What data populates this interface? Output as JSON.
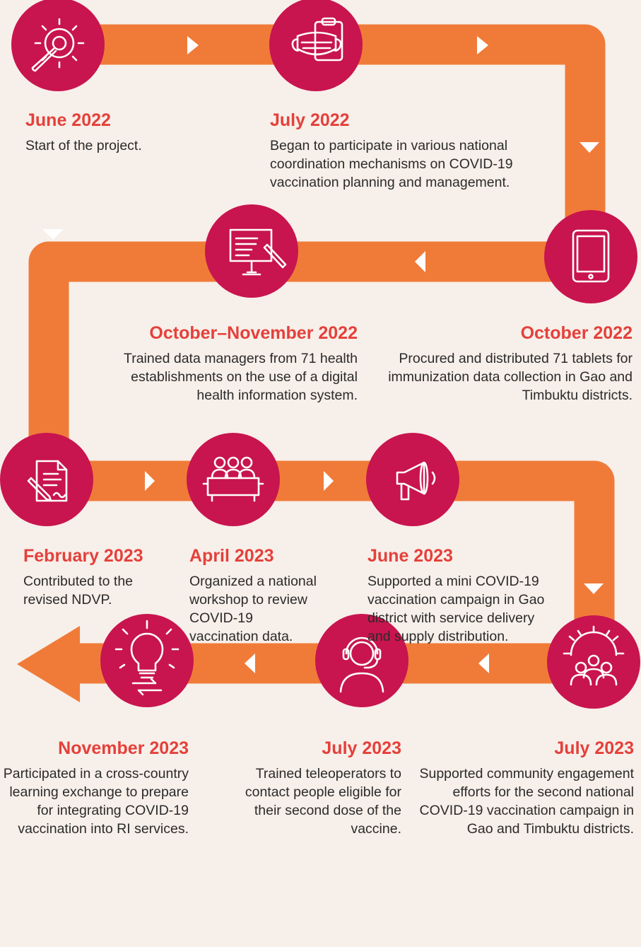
{
  "colors": {
    "background": "#f7efe9",
    "track": "#f07b38",
    "circle": "#c8144f",
    "date_text": "#e5403b",
    "body_text": "#2b2b2b",
    "arrow": "#ffffff"
  },
  "milestones": [
    {
      "date": "June 2022",
      "description": "Start of the project.",
      "icon": "gear-wrench-icon"
    },
    {
      "date": "July 2022",
      "description": "Began to participate in various national coordination mechanisms on COVID-19 vaccination planning and management.",
      "icon": "mask-clipboard-icon"
    },
    {
      "date": "October 2022",
      "description": "Procured and distributed 71 tablets for immunization data collection in Gao and Timbuktu districts.",
      "icon": "tablet-icon"
    },
    {
      "date": "October–November 2022",
      "description": "Trained data managers from 71 health establishments on the use of a digital health information system.",
      "icon": "presentation-board-icon"
    },
    {
      "date": "February 2023",
      "description": "Contributed to the revised NDVP.",
      "icon": "document-signature-icon"
    },
    {
      "date": "April 2023",
      "description": "Organized a national workshop to review COVID-19 vaccination data.",
      "icon": "workshop-panel-icon"
    },
    {
      "date": "June 2023",
      "description": "Supported a mini COVID-19 vaccination campaign in Gao district with service delivery and supply distribution.",
      "icon": "megaphone-icon"
    },
    {
      "date": "July 2023",
      "description": "Supported community engagement efforts for the second national COVID-19 vaccination campaign in Gao and Timbuktu districts.",
      "icon": "community-gear-icon"
    },
    {
      "date": "July 2023",
      "description": "Trained teleoperators to contact people eligible for their second dose of the vaccine.",
      "icon": "headset-operator-icon"
    },
    {
      "date": "November 2023",
      "description": "Participated in a cross-country learning exchange to prepare for integrating COVID-19 vaccination into RI services.",
      "icon": "lightbulb-exchange-icon"
    }
  ]
}
